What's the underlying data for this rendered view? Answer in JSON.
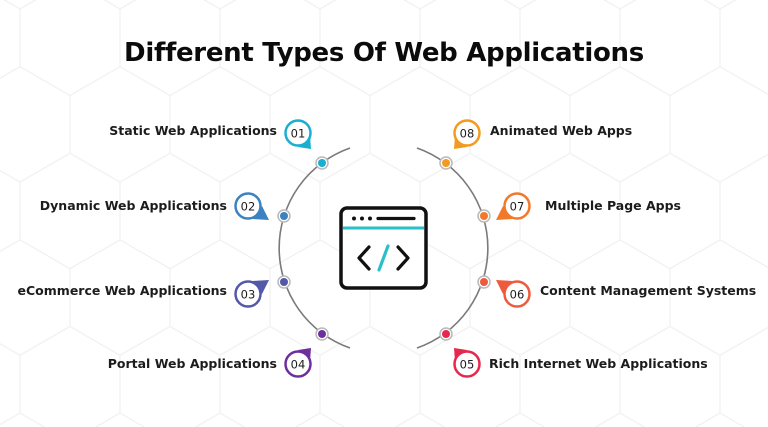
{
  "title": "Different Types Of Web Applications",
  "center_icon": "code-window-icon",
  "colors": {
    "arc": "#7a7a7a",
    "icon_stroke": "#111111",
    "icon_accent": "#2bbfca"
  },
  "items": [
    {
      "num": "01",
      "label": "Static Web Applications",
      "color": "#1aaed0",
      "side": "left"
    },
    {
      "num": "02",
      "label": "Dynamic Web Applications",
      "color": "#3d82c0",
      "side": "left"
    },
    {
      "num": "03",
      "label": "eCommerce Web Applications",
      "color": "#5458a8",
      "side": "left"
    },
    {
      "num": "04",
      "label": "Portal Web Applications",
      "color": "#6e2f9e",
      "side": "left"
    },
    {
      "num": "05",
      "label": "Rich Internet Web Applications",
      "color": "#e6284e",
      "side": "right"
    },
    {
      "num": "06",
      "label": "Content Management Systems",
      "color": "#ef5a3c",
      "side": "right"
    },
    {
      "num": "07",
      "label": "Multiple Page Apps",
      "color": "#f2792a",
      "side": "right"
    },
    {
      "num": "08",
      "label": "Animated Web Apps",
      "color": "#f39a20",
      "side": "right"
    }
  ]
}
